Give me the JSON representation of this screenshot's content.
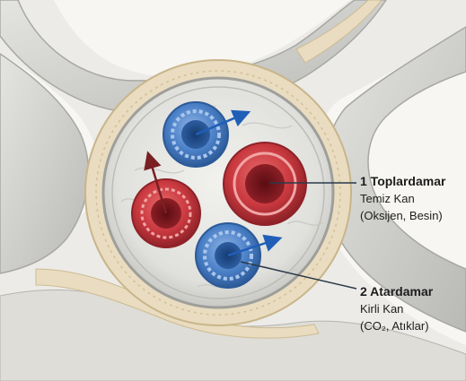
{
  "labels": [
    {
      "title": "1 Toplardamar",
      "lines": [
        "Temiz Kan",
        "(Oksijen, Besin)"
      ]
    },
    {
      "title": "2 Atardamar",
      "lines": [
        "Kirli Kan",
        "(CO₂, Atıklar)"
      ]
    }
  ],
  "colors": {
    "background": "#f7f6f2",
    "red_vessel": "#c9393f",
    "blue_vessel": "#4a7fc6",
    "flow_arrow_red": "#7a1f22",
    "flow_arrow_blue": "#1f5fb8",
    "fat_layer": "#e9dcc0",
    "sheath": "#d9d9d6",
    "label_text": "#1d1d1d",
    "leader_line": "#2a3a4a"
  },
  "icons": [
    "flow-arrow-icon"
  ]
}
